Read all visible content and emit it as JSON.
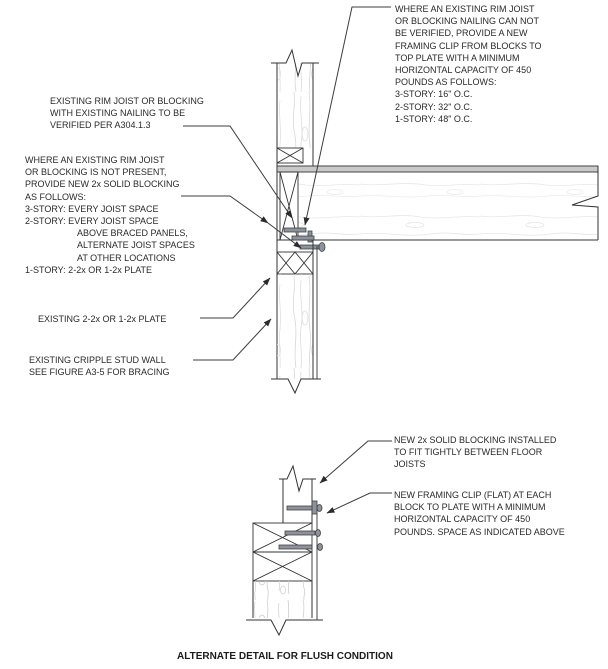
{
  "caption": "ALTERNATE DETAIL FOR FLUSH CONDITION",
  "labels": {
    "clip_spacing": "WHERE AN EXISTING RIM JOIST\nOR BLOCKING NAILING CAN NOT\nBE VERIFIED, PROVIDE A NEW\nFRAMING CLIP FROM BLOCKS TO\nTOP PLATE WITH A MINIMUM\nHORIZONTAL CAPACITY OF 450\nPOUNDS AS FOLLOWS:\n3-STORY: 16\" O.C.\n2-STORY: 32\" O.C.\n1-STORY: 48\" O.C.",
    "existing_rim_joist": "EXISTING RIM JOIST OR BLOCKING\nWITH EXISTING NAILING TO BE\nVERIFIED PER A304.1.3",
    "new_blocking": "WHERE AN EXISTING RIM JOIST\nOR BLOCKING IS NOT PRESENT,\nPROVIDE NEW 2x SOLID BLOCKING\nAS FOLLOWS:\n3-STORY: EVERY JOIST SPACE\n2-STORY: EVERY JOIST SPACE\n                     ABOVE BRACED PANELS,\n                     ALTERNATE JOIST SPACES\n                     AT OTHER LOCATIONS\n1-STORY: 2-2x OR 1-2x PLATE",
    "existing_plate": "EXISTING 2-2x OR 1-2x PLATE",
    "cripple_wall": "EXISTING CRIPPLE STUD WALL\nSEE FIGURE A3-5 FOR BRACING",
    "alt_blocking": "NEW 2x SOLID BLOCKING INSTALLED\nTO FIT TIGHTLY BETWEEN FLOOR\nJOISTS",
    "alt_clip": "NEW FRAMING CLIP (FLAT) AT EACH\nBLOCK TO PLATE WITH A MINIMUM\nHORIZONTAL CAPACITY OF 450\nPOUNDS. SPACE AS INDICATED ABOVE"
  },
  "colors": {
    "line": "#333333",
    "text": "#2a2a2a",
    "clip": "#8d939a",
    "subfloor": "#c9c9c9"
  }
}
